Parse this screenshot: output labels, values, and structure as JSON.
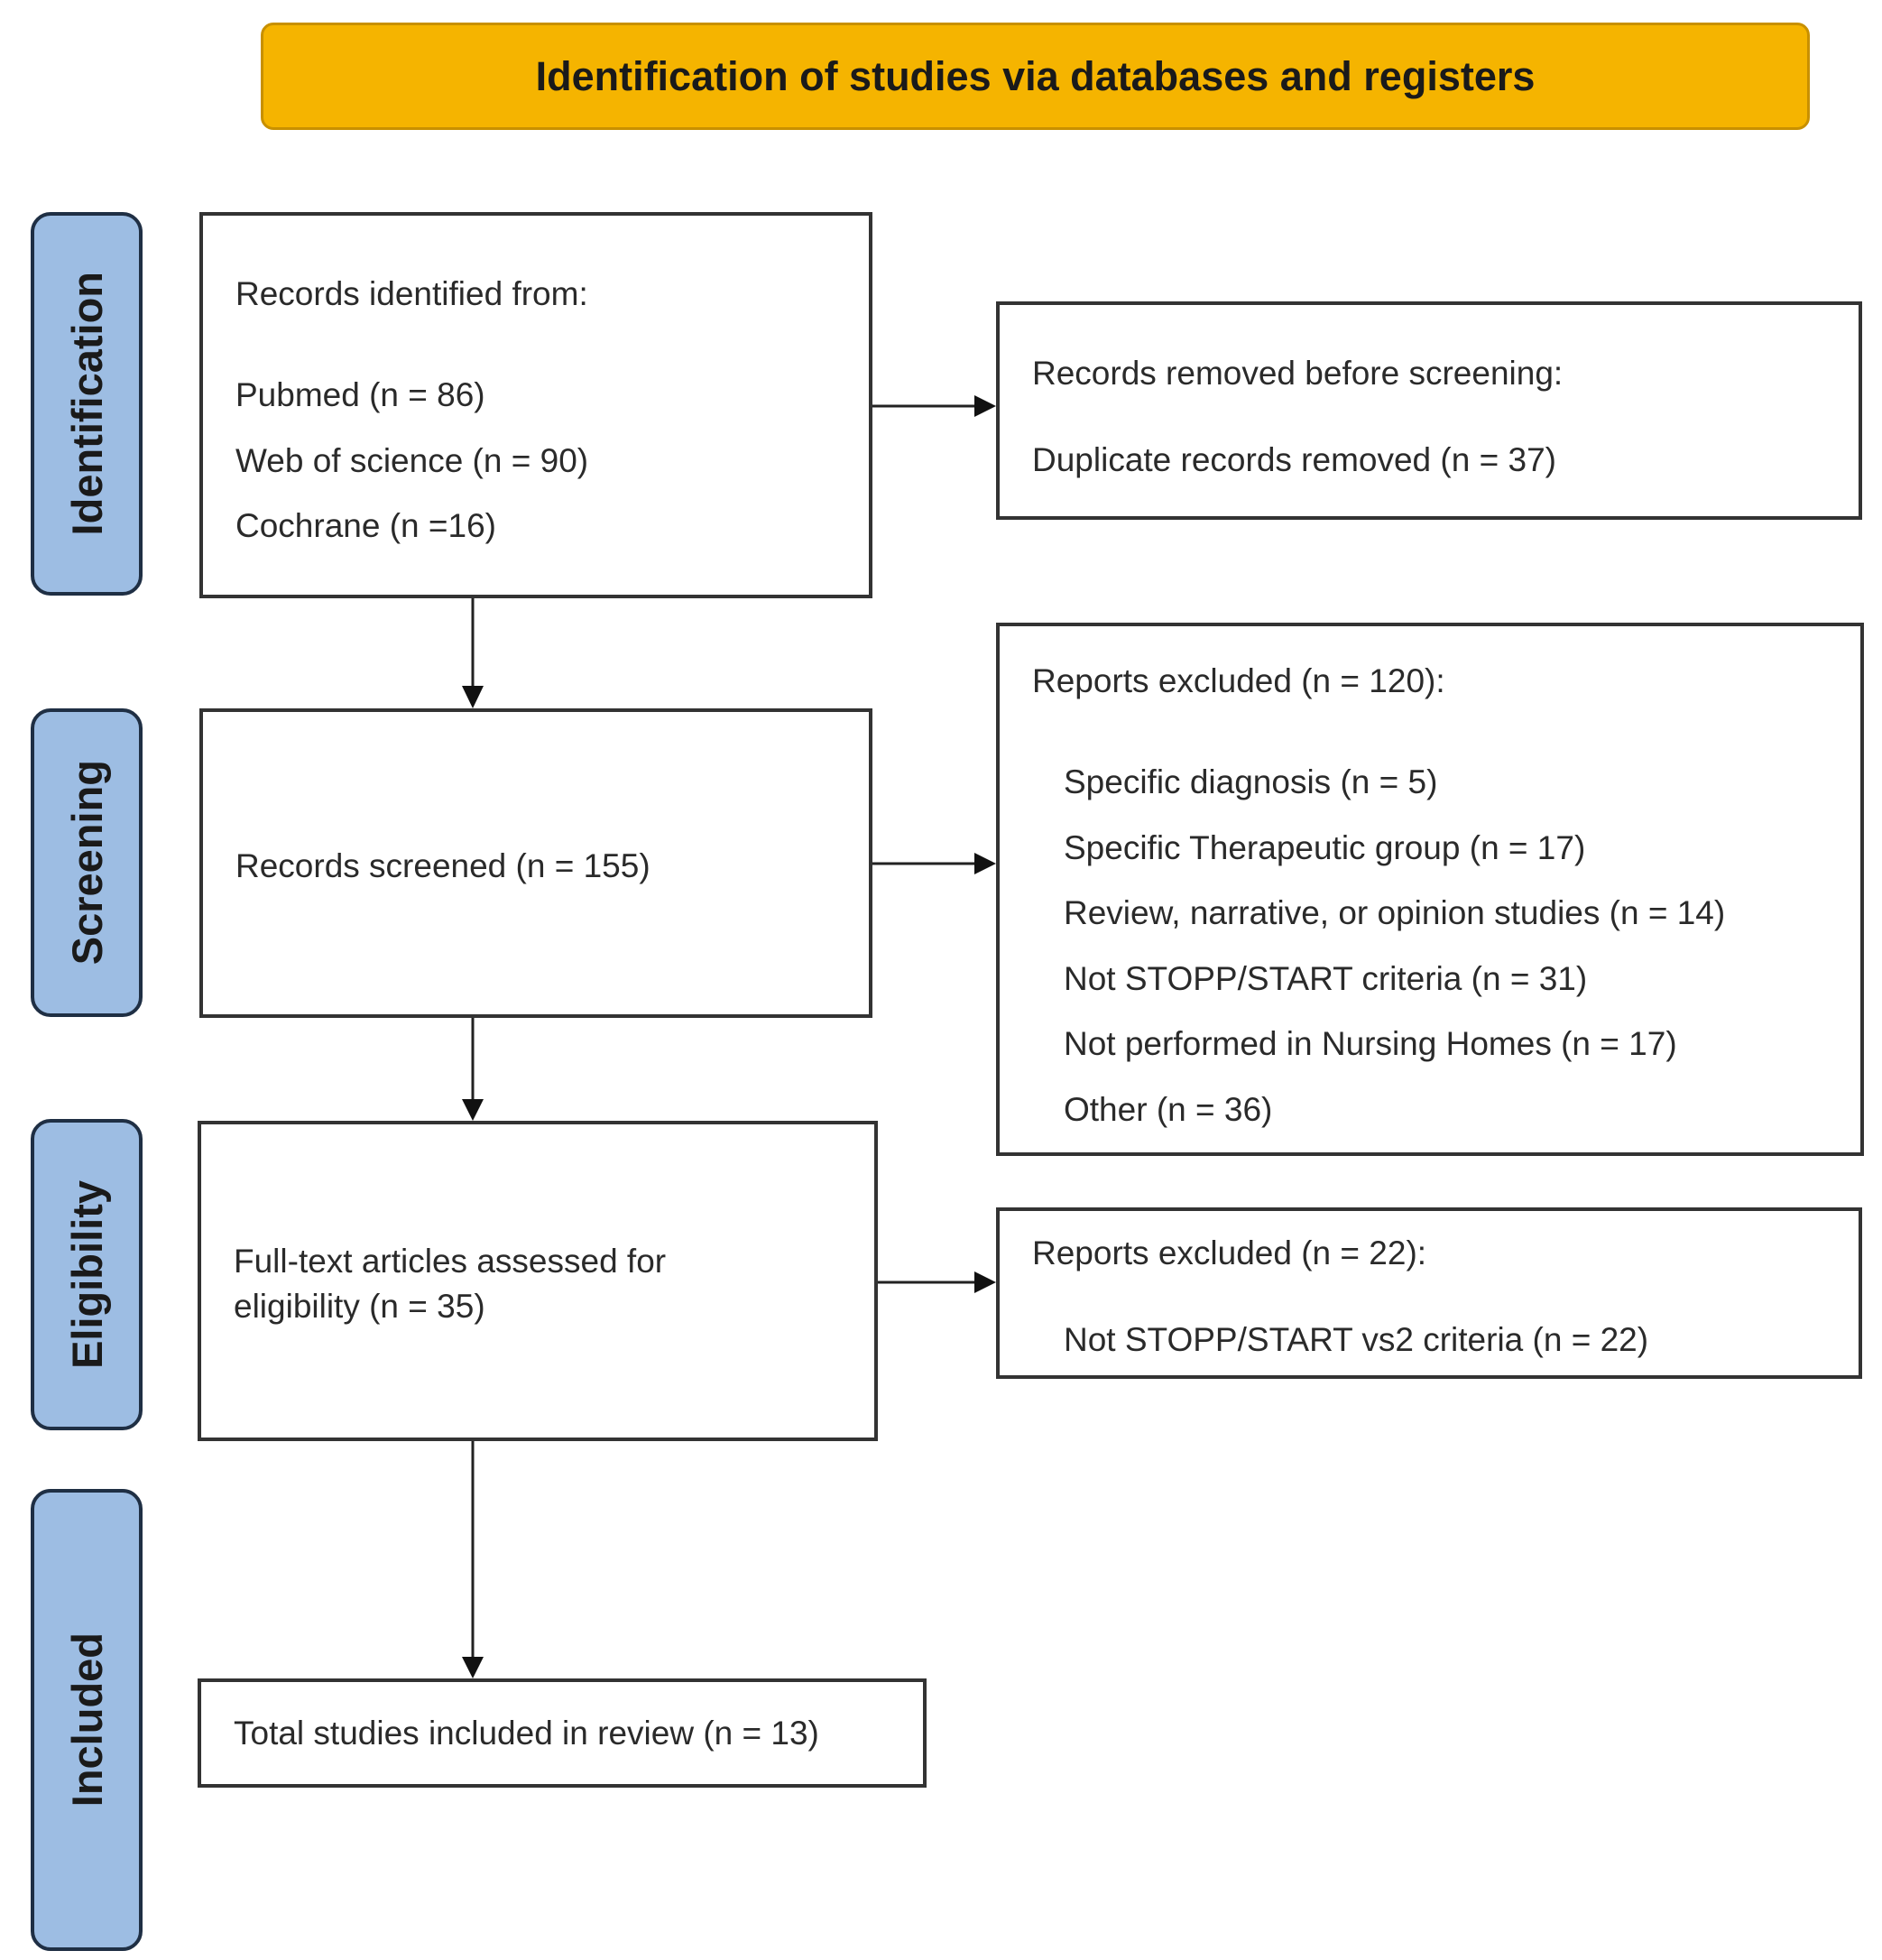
{
  "header": {
    "title": "Identification of studies via databases and registers"
  },
  "stages": {
    "identification": "Identification",
    "screening": "Screening",
    "eligibility": "Eligibility",
    "included": "Included"
  },
  "identified": {
    "heading": "Records identified from:",
    "sources": [
      "Pubmed (n = 86)",
      "Web of science (n = 90)",
      "Cochrane (n =16)"
    ]
  },
  "removed": {
    "heading": "Records removed before screening:",
    "detail": "Duplicate records removed (n = 37)"
  },
  "screened": {
    "text": "Records screened (n = 155)"
  },
  "excluded_screening": {
    "heading": "Reports excluded (n = 120):",
    "reasons": [
      "Specific diagnosis (n = 5)",
      "Specific Therapeutic group (n = 17)",
      "Review, narrative, or opinion studies (n = 14)",
      "Not STOPP/START criteria (n = 31)",
      "Not performed in Nursing Homes (n = 17)",
      "Other (n = 36)"
    ]
  },
  "eligibility": {
    "text": "Full-text articles assessed for eligibility (n = 35)"
  },
  "excluded_eligibility": {
    "heading": "Reports excluded (n = 22):",
    "reason": "Not STOPP/START vs2 criteria (n = 22)"
  },
  "included": {
    "text": "Total studies included in review (n = 13)"
  }
}
